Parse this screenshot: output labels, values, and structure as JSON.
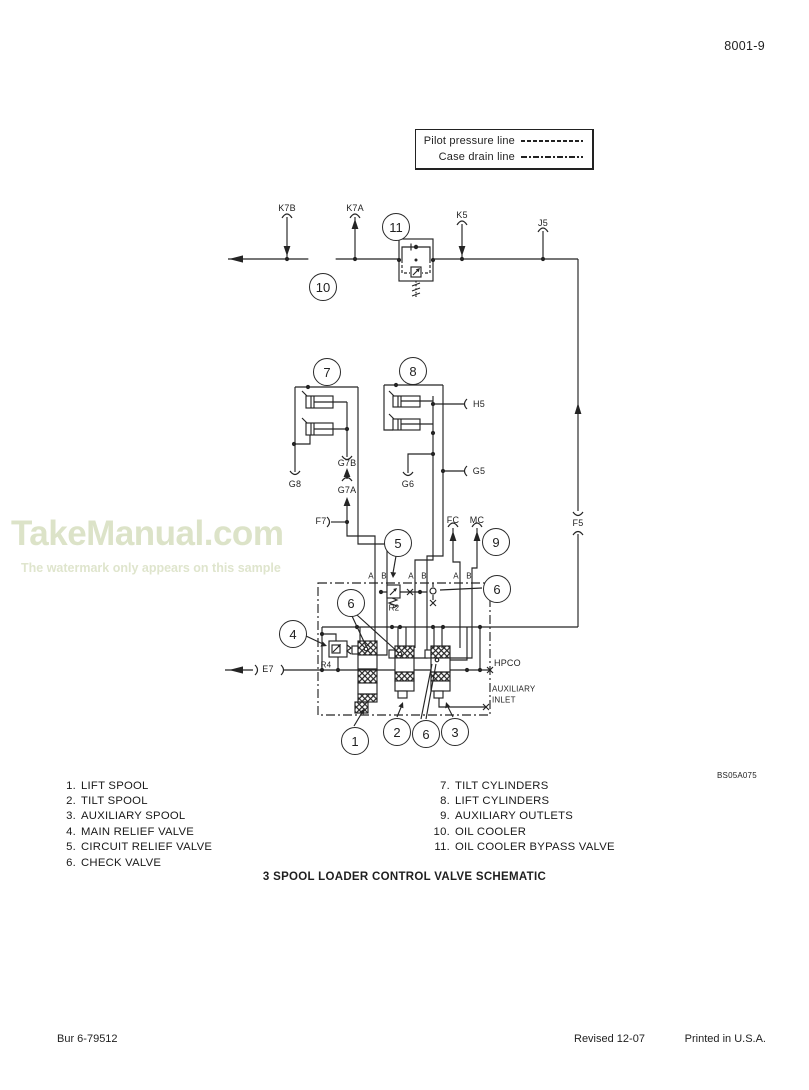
{
  "page": {
    "number": "8001-9",
    "footer": {
      "left": "Bur 6-79512",
      "revised": "Revised 12-07",
      "printed": "Printed in U.S.A."
    }
  },
  "colors": {
    "ink": "#242424",
    "watermark": "#dce3c8"
  },
  "watermark": {
    "title": "TakeManual.com",
    "subtitle": "The watermark only appears on this sample"
  },
  "line_key": {
    "rows": [
      {
        "label": "Pilot pressure line",
        "pattern": "dashed"
      },
      {
        "label": "Case drain line",
        "pattern": "dash-dot"
      }
    ]
  },
  "schematic": {
    "figure_code": "BS05A075",
    "title": "3 SPOOL LOADER CONTROL VALVE SCHEMATIC",
    "ports": {
      "k7b": "K7B",
      "k7a": "K7A",
      "k5": "K5",
      "j5": "J5",
      "f5": "F5",
      "h5": "H5",
      "g5": "G5",
      "g6": "G6",
      "g8": "G8",
      "g7b": "G7B",
      "g7a": "G7A",
      "f7": "F7",
      "fc": "FC",
      "mc": "MC",
      "e7": "E7",
      "r2": "R2",
      "r4": "R4",
      "hpco": "HPCO",
      "aux_line1": "AUXILIARY",
      "aux_line2": "INLET",
      "a": "A",
      "b": "B"
    },
    "callouts": {
      "c1": "1",
      "c2": "2",
      "c3": "3",
      "c4": "4",
      "c5": "5",
      "c6": "6",
      "c7": "7",
      "c8": "8",
      "c9": "9",
      "c10": "10",
      "c11": "11"
    }
  },
  "key": {
    "left": [
      {
        "num": "1.",
        "label": "LIFT SPOOL"
      },
      {
        "num": "2.",
        "label": "TILT SPOOL"
      },
      {
        "num": "3.",
        "label": "AUXILIARY SPOOL"
      },
      {
        "num": "4.",
        "label": "MAIN RELIEF VALVE"
      },
      {
        "num": "5.",
        "label": "CIRCUIT RELIEF VALVE"
      },
      {
        "num": "6.",
        "label": "CHECK VALVE"
      }
    ],
    "right": [
      {
        "num": "7.",
        "label": "TILT CYLINDERS"
      },
      {
        "num": "8.",
        "label": "LIFT CYLINDERS"
      },
      {
        "num": "9.",
        "label": "AUXILIARY OUTLETS"
      },
      {
        "num": "10.",
        "label": "OIL COOLER"
      },
      {
        "num": "11.",
        "label": "OIL COOLER BYPASS VALVE"
      }
    ]
  }
}
